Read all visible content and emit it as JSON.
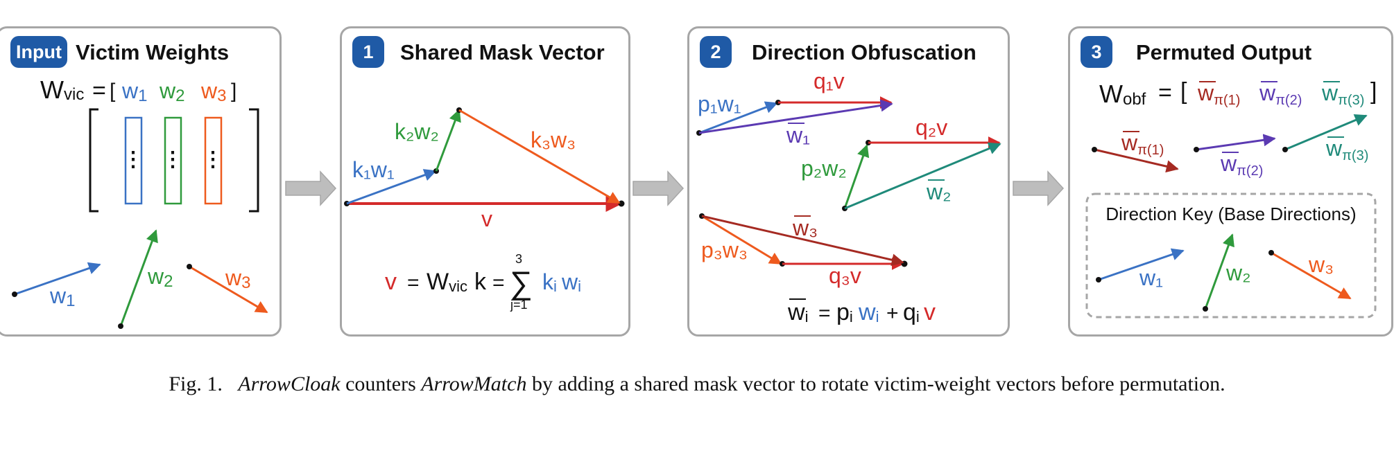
{
  "colors": {
    "blue": "#3a72c4",
    "green": "#2f9a3c",
    "orange": "#ee5a1e",
    "red": "#d42a2a",
    "purple": "#5b3ab2",
    "teal": "#1f8a7a",
    "darkred": "#a52a22",
    "badge": "#1f5aa6",
    "border": "#a6a6a6",
    "text": "#111111"
  },
  "panels": [
    {
      "badge": "Input",
      "title": "Victim Weights"
    },
    {
      "badge": "1",
      "title": "Shared Mask Vector"
    },
    {
      "badge": "2",
      "title": "Direction Obfuscation"
    },
    {
      "badge": "3",
      "title": "Permuted Output"
    }
  ],
  "panel_input": {
    "eq_lhs": "W",
    "eq_lhs_sub": "vic",
    "eq_eq": "=",
    "open_bracket": "[",
    "close_bracket": "]",
    "w1": "w",
    "w1_sub": "1",
    "w2": "w",
    "w2_sub": "2",
    "w3": "w",
    "w3_sub": "3",
    "col_dots": "⋮"
  },
  "panel_mask": {
    "k1w1": "k₁w₁",
    "k2w2": "k₂w₂",
    "k3w3": "k₃w₃",
    "v": "v",
    "eq_v": "v",
    "eq_eq1": "=",
    "eq_W": "W",
    "eq_Wsub": "vic",
    "eq_k": "k",
    "eq_eq2": "=",
    "sum_symbol": "∑",
    "sum_top": "3",
    "sum_bottom": "j=1",
    "eq_ki": "k",
    "eq_ki_sub": "i",
    "eq_wi": "w",
    "eq_wi_sub": "i"
  },
  "panel_obf": {
    "p1w1": "p₁w₁",
    "q1v": "q₁v",
    "wbar1": "w₁",
    "p2w2": "p₂w₂",
    "q2v": "q₂v",
    "wbar2": "w₂",
    "p3w3": "p₃w₃",
    "q3v": "q₃v",
    "wbar3": "w₃",
    "eq_lhs": "w",
    "eq_lhs_sub": "i",
    "eq_eq": "=",
    "eq_p": "p",
    "eq_p_sub": "i",
    "eq_w": "w",
    "eq_w_sub": "i",
    "eq_plus": "+",
    "eq_q": "q",
    "eq_q_sub": "i",
    "eq_v": "v"
  },
  "panel_out": {
    "eq_lhs": "W",
    "eq_lhs_sub": "obf",
    "eq_eq": "=",
    "open_bracket": "[",
    "close_bracket": "]",
    "eq_w": "w",
    "pi1": "π(1)",
    "pi2": "π(2)",
    "pi3": "π(3)",
    "key_title": "Direction Key (Base Directions)",
    "key_w1": "w₁",
    "key_w2": "w₂",
    "key_w3": "w₃"
  },
  "caption": {
    "prefix": "Fig. 1.",
    "name1": "ArrowCloak",
    "mid1": "counters",
    "name2": "ArrowMatch",
    "rest": "by adding a shared mask vector to rotate victim-weight vectors before permutation."
  },
  "icons": [
    "arrow-right-icon"
  ]
}
